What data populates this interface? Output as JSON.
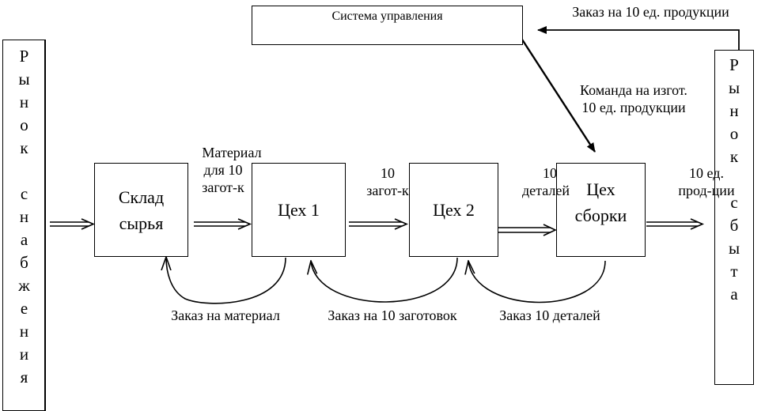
{
  "market_supply": [
    "Р",
    "ы",
    "н",
    "о",
    "к",
    " ",
    "с",
    "н",
    "а",
    "б",
    "ж",
    "е",
    "н",
    "и",
    "я"
  ],
  "market_sales": [
    "Р",
    "ы",
    "н",
    "о",
    "к",
    " ",
    "с",
    "б",
    "ы",
    "т",
    "а"
  ],
  "control_system": "Система управления",
  "boxes": {
    "warehouse": [
      "Склад",
      "сырья"
    ],
    "shop1": "Цех 1",
    "shop2": "Цех 2",
    "assembly": [
      "Цех",
      "сборки"
    ]
  },
  "flows": {
    "material": [
      "Материал",
      "для 10",
      "загот-к"
    ],
    "blanks": [
      "10",
      "загот-к"
    ],
    "parts": [
      "10",
      "деталей"
    ],
    "products": [
      "10 ед.",
      "прод-ции"
    ]
  },
  "orders": {
    "customer": "Заказ на 10 ед. продукции",
    "command": [
      "Команда на изгот.",
      "10 ед. продукции"
    ],
    "material": "Заказ на материал",
    "blanks": "Заказ на 10 заготовок",
    "parts": "Заказ 10 деталей"
  }
}
